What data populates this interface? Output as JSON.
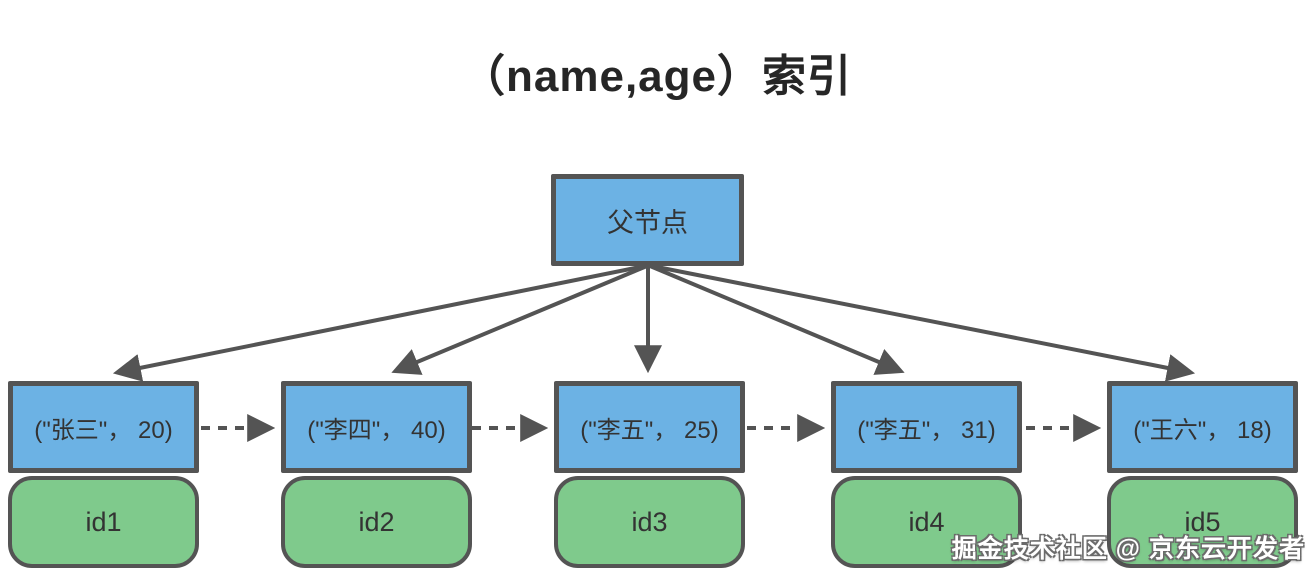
{
  "title": "（name,age）索引",
  "parent_node": {
    "label": "父节点"
  },
  "leaf_nodes": [
    {
      "key": "(\"张三\"， 20)",
      "id": "id1"
    },
    {
      "key": "(\"李四\"， 40)",
      "id": "id2"
    },
    {
      "key": "(\"李五\"， 25)",
      "id": "id3"
    },
    {
      "key": "(\"李五\"， 31)",
      "id": "id4"
    },
    {
      "key": "(\"王六\"， 18)",
      "id": "id5"
    }
  ],
  "watermark": "掘金技术社区 @ 京东云开发者",
  "diagram": {
    "type": "btree-index",
    "description": "联合索引 (name,age) 的 B+ 树叶子层示意：父节点指向按 (name,age) 排序的叶子项，叶子项之间以有序链表相连，每个叶子项对应一个主键 id"
  },
  "colors": {
    "node_blue": "#6CB2E4",
    "node_green": "#7FCA8C",
    "border_gray": "#545454",
    "arrow_gray": "#545454",
    "text_dark": "#333333",
    "title_dark": "#262626",
    "background": "#ffffff"
  }
}
